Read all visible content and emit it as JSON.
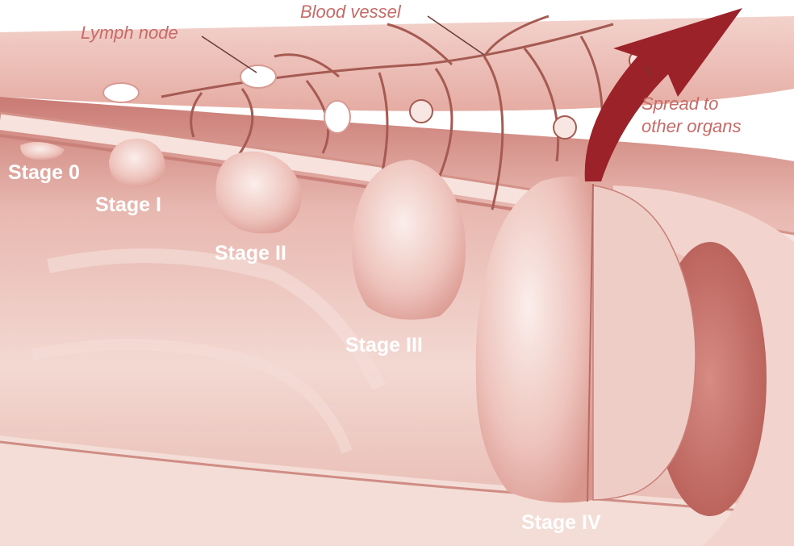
{
  "illustration": {
    "callouts": {
      "lymph_node": "Lymph node",
      "blood_vessel": "Blood vessel",
      "spread_line1": "Spread to",
      "spread_line2": "other organs"
    },
    "stages": {
      "stage_0": "Stage 0",
      "stage_1": "Stage I",
      "stage_2": "Stage II",
      "stage_3": "Stage III",
      "stage_4": "Stage IV"
    }
  },
  "colors": {
    "background": "#ffffff",
    "tissue_light": "#f6e1dc",
    "tissue_mid": "#dc9d93",
    "tissue_dark": "#b85e57",
    "vessel": "#a55a52",
    "callout_text": "#c86a66",
    "stage_text": "#ffffff",
    "arrow": "#9c2229"
  }
}
